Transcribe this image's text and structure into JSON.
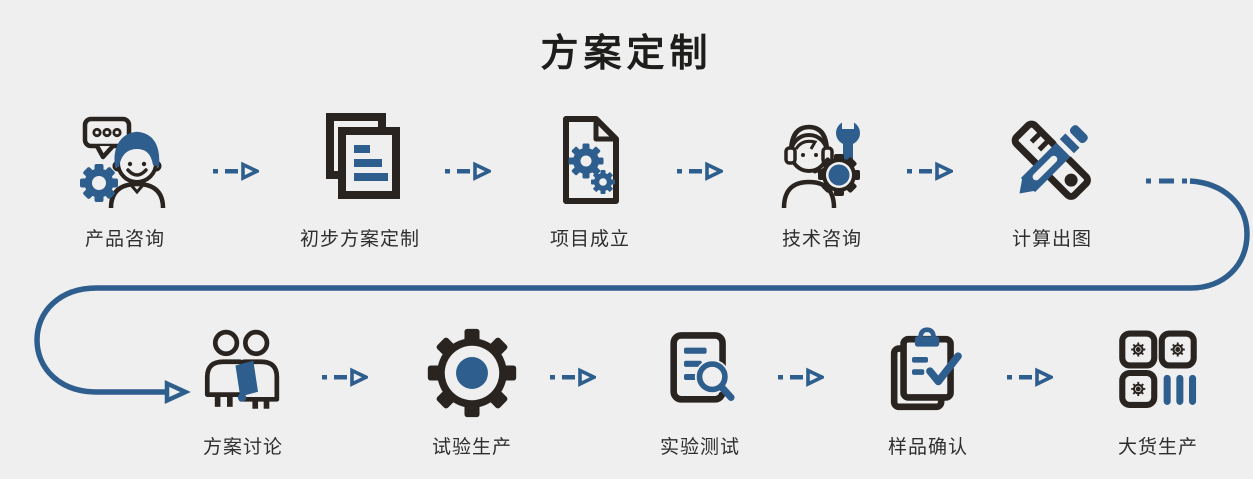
{
  "title": "方案定制",
  "colors": {
    "background": "#efefef",
    "accent_blue": "#2e5e8d",
    "icon_dark": "#2a2420",
    "title_text": "#1d1d1b",
    "label_text": "#2e2e2e",
    "arrow_color": "#2e5e8d"
  },
  "flow": {
    "connector_style": "dashed line with open triangle arrowhead",
    "return_path": "large s-curve from end of top row to start of bottom row",
    "top_row": [
      {
        "label": "产品咨询",
        "icon": "customer-chat-gear-icon"
      },
      {
        "label": "初步方案定制",
        "icon": "stacked-documents-icon"
      },
      {
        "label": "项目成立",
        "icon": "document-gears-icon"
      },
      {
        "label": "技术咨询",
        "icon": "support-headset-wrench-icon"
      },
      {
        "label": "计算出图",
        "icon": "ruler-pencil-icon"
      }
    ],
    "bottom_row": [
      {
        "label": "方案讨论",
        "icon": "people-discussion-tablet-icon"
      },
      {
        "label": "试验生产",
        "icon": "gear-icon"
      },
      {
        "label": "实验测试",
        "icon": "document-magnifier-icon"
      },
      {
        "label": "样品确认",
        "icon": "clipboard-checkmark-icon"
      },
      {
        "label": "大货生产",
        "icon": "production-machines-grid-icon"
      }
    ]
  }
}
